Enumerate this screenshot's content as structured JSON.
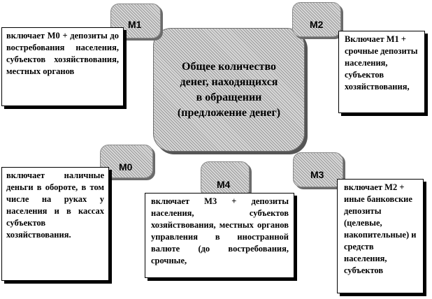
{
  "center": {
    "title": "Общее количество\nденег, находящихся\nв обращении\n(предложение денег)"
  },
  "aggregates": {
    "m0": {
      "tag": "М0",
      "description": "включает наличные деньги в обороте, в том числе на руках у населения и в кассах субъектов хозяйствования."
    },
    "m1": {
      "tag": "М1",
      "description": "включает М0 + депозиты до востребования населения, субъектов хозяйствования, местных органов"
    },
    "m2": {
      "tag": "М2",
      "description": "Включает М1 + срочные депозиты населения, субъектов хозяйствования,"
    },
    "m3": {
      "tag": "М3",
      "description": "включает М2 + иные банковские депозиты (целевые, накопительные) и средств населения, субъектов"
    },
    "m4": {
      "tag": "М4",
      "description": "включает М3 + депозиты населения, субъектов хозяйствования, местных органов управления в иностранной валюте (до востребования, срочные,"
    }
  }
}
